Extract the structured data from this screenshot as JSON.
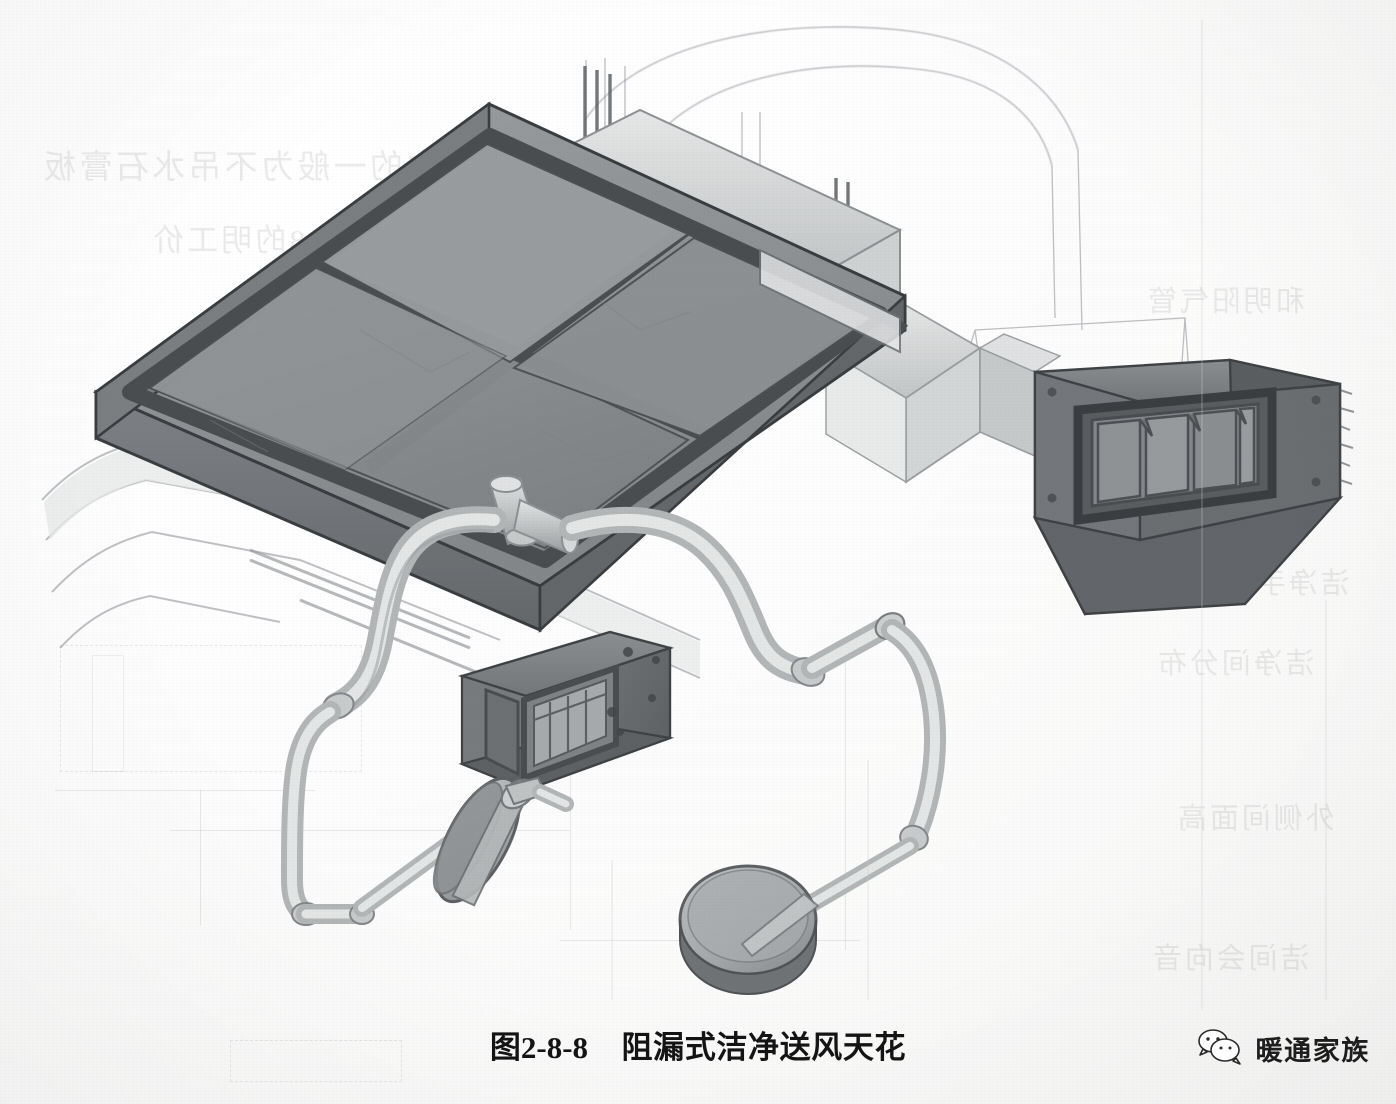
{
  "figure": {
    "caption_number": "图2-8-8",
    "caption_title": "阻漏式洁净送风天花",
    "caption_full": "图2-8-8  阻漏式洁净送风天花",
    "subject": "clean-room leak-proof air-supply ceiling (operating-room laminar flow plenum)",
    "medium": "scanned book page, grayscale perspective line drawing"
  },
  "watermark": {
    "icon": "wechat-logo",
    "account_name": "暖通家族"
  },
  "components": [
    {
      "id": "plenum",
      "label": "阻漏式送风天花 (ceiling supply plenum)",
      "note": "large rectangular box, 2x2 diffuser grid, dark frame"
    },
    {
      "id": "supply-duct",
      "label": "送风管 (supply duct)",
      "note": "light duct from plenum to right-hand unit"
    },
    {
      "id": "right-unit",
      "label": "送风箱 (air supply box with louvers)",
      "note": "dark box at right with louver blades"
    },
    {
      "id": "pendant-unit",
      "label": "吊装设备箱 (pendant equipment box)",
      "note": "dark box below the plenum centre"
    },
    {
      "id": "lamp-arm-left",
      "label": "无影灯臂 (surgical lamp arm, left)"
    },
    {
      "id": "lamp-head-left",
      "label": "无影灯头 (lamp head, tilted disc)"
    },
    {
      "id": "lamp-arm-right",
      "label": "无影灯臂 (surgical lamp arm, right)"
    },
    {
      "id": "lamp-head-right",
      "label": "无影灯头 (lamp head, round disc)"
    },
    {
      "id": "hanger-rods",
      "label": "吊杆 (hanger rods)"
    },
    {
      "id": "ghost-arc",
      "label": "墙体弧线 (faint wall arc outline)"
    }
  ],
  "palette": {
    "paper": "#fbfbfa",
    "frame_dark": "#4a4d50",
    "frame_darkest": "#3a3d40",
    "panel_fill": "#8e9194",
    "panel_fill_light": "#9b9ea1",
    "side_face": "#76797c",
    "duct_light": "#d8dada",
    "duct_mid": "#b7babb",
    "box_dark": "#6f7275",
    "box_darker": "#55585b",
    "pipe_light": "#c9cbcc",
    "pipe_mid": "#a9acad",
    "ghost": "#3c3c50",
    "ink": "#141414"
  },
  "ghost_text": {
    "note": "faint mirrored show-through text from the reverse side of the printed page; illegible at scan resolution",
    "lines": [
      "清毒本基板内中的一般为不吊水石膏板",
      "近代可能有好所用度2-6-18的明工价",
      "和明阳气管",
      "洁净手术室",
      "洁净间分布",
      "外侧间面高",
      "洁间会向音"
    ]
  }
}
